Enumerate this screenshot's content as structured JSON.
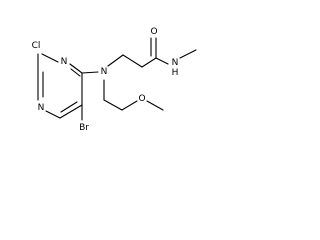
{
  "molecule": {
    "atoms": {
      "cl": "Cl",
      "n_ring_top": "N",
      "n_ring_left": "N",
      "n_amine": "N",
      "br": "Br",
      "o_carbonyl": "O",
      "n_amide": "N",
      "h_amide": "H",
      "o_ether": "O"
    }
  }
}
